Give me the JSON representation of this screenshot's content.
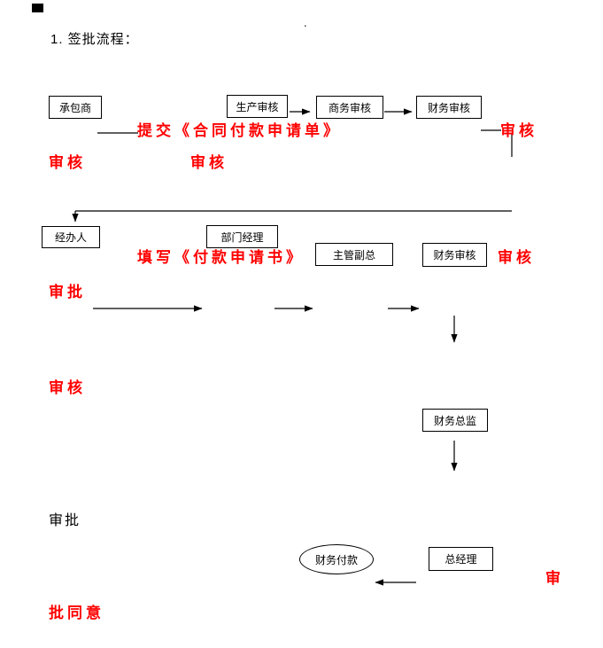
{
  "page": {
    "heading": "1. 签批流程：",
    "stray_dot": "."
  },
  "flowchart": {
    "boxes": {
      "contractor": "承包商",
      "production_review": "生产审核",
      "business_review": "商务审核",
      "finance_review_1": "财务审核",
      "handler": "经办人",
      "dept_manager": "部门经理",
      "deputy_gm": "主管副总",
      "finance_review_2": "财务审核",
      "finance_director": "财务总监",
      "general_manager": "总经理",
      "finance_payment": "财务付款"
    },
    "annotations": {
      "submit_contract_form": "提交《合同付款申请单》",
      "review_top_right": "审核",
      "review_row1_left": "审核",
      "review_row1_mid": "审核",
      "fill_payment_request": "填写《付款申请书》",
      "review_row2_right": "审核",
      "approve_row2_left": "审批",
      "review_row3_left": "审核",
      "approve_black": "审批",
      "shen_bottom_right": "审",
      "pi_agree_bottom_left": "批同意"
    },
    "colors": {
      "annotation_red": "#ff0000",
      "line_black": "#000000"
    }
  }
}
